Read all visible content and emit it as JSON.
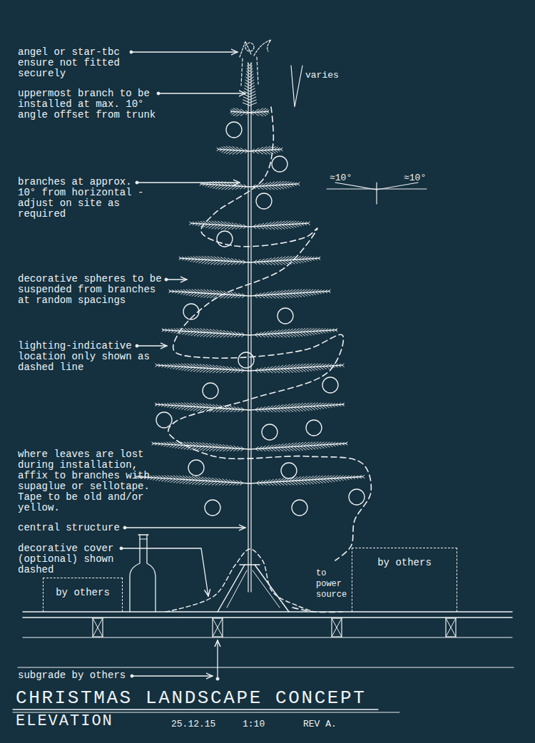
{
  "diagram": {
    "title": "CHRISTMAS LANDSCAPE CONCEPT",
    "nodes": [
      {
        "text": [
          "by others"
        ]
      },
      {
        "text": [
          "by others"
        ]
      }
    ],
    "labels": [
      "angel or star-tbc ensure not fitted securely",
      "uppermost branch to be installed at max. 10° angle offset from trunk",
      "branches at approx. 10° from horizontal - adjust on site as required",
      "decorative spheres to be suspended from branches at random spacings",
      "lighting-indicative location only shown as dashed line",
      "where leaves are lost during installation, affix to branches with supaglue or sellotape. Tape to be old and/or yellow.",
      "central structure",
      "decorative cover (optional) shown dashed",
      "subgrade by others",
      "varies",
      "≈10°",
      "≈10°",
      "to power source",
      "ELEVATION",
      "25.12.15",
      "1:10",
      "REV A."
    ]
  }
}
